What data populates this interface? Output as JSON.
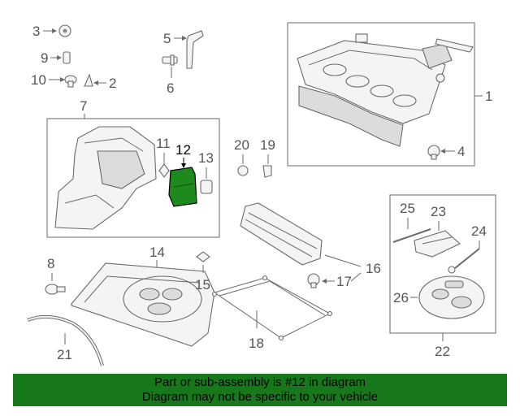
{
  "labels": {
    "c1": "1",
    "c2": "2",
    "c3": "3",
    "c4": "4",
    "c5": "5",
    "c6": "6",
    "c7": "7",
    "c8": "8",
    "c9": "9",
    "c10": "10",
    "c11": "11",
    "c12": "12",
    "c13": "13",
    "c14": "14",
    "c15": "15",
    "c16": "16",
    "c17": "17",
    "c18": "18",
    "c19": "19",
    "c20": "20",
    "c21": "21",
    "c22": "22",
    "c23": "23",
    "c24": "24",
    "c25": "25",
    "c26": "26"
  },
  "highlight": {
    "color": "#1e8a1e"
  },
  "banner": {
    "line1": "Part or sub-assembly is #12 in diagram",
    "line2": "Diagram may not be specific to your vehicle",
    "color": "#16781a"
  }
}
